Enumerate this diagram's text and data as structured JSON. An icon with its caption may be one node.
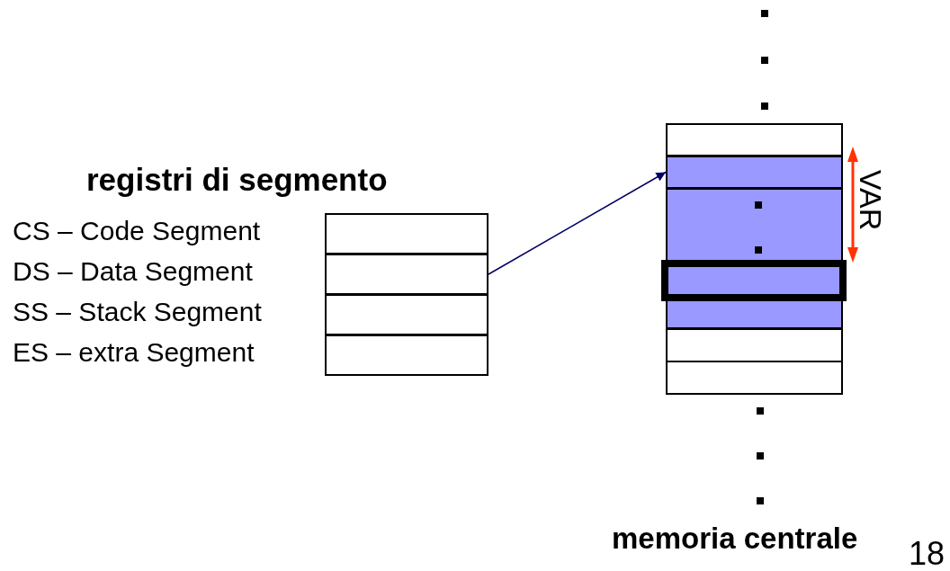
{
  "diagram": {
    "nodes": [
      {
        "text": [],
        "shape": "box",
        "beside": [
          "CS – Code Segment"
        ]
      },
      {
        "text": [],
        "shape": "box",
        "beside": [
          "DS – Data Segment"
        ]
      },
      {
        "text": [],
        "shape": "box",
        "beside": [
          "SS – Stack Segment"
        ]
      },
      {
        "text": [],
        "shape": "box",
        "beside": [
          "ES – extra Segment"
        ]
      },
      {
        "text": [],
        "shape": "box"
      },
      {
        "text": [],
        "shape": "box"
      },
      {
        "text": [],
        "shape": "box"
      },
      {
        "text": [],
        "shape": "box",
        "in": 6
      },
      {
        "text": [],
        "shape": "box"
      },
      {
        "text": [],
        "shape": "box"
      }
    ],
    "edges": [
      {
        "from": 1,
        "to": 5,
        "arrow": "to",
        "color": "#000066"
      }
    ],
    "labels": [
      "registri di segmento",
      "VAR",
      "memoria centrale",
      "18"
    ]
  }
}
